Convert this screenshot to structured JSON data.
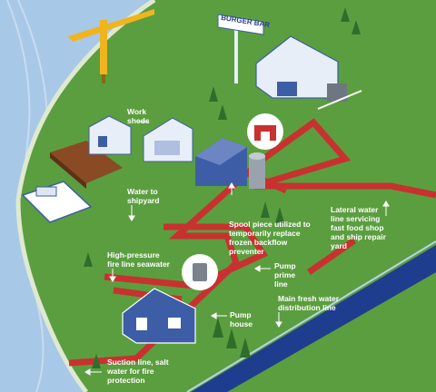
{
  "sign": {
    "text": "BURGER BAR"
  },
  "labels": {
    "work_sheds": "Work\nsheds",
    "water_to_shipyard": "Water to\nshipyard",
    "spool_piece": "Spool piece utilized to\ntemporarily replace\nfrozen backflow\npreventer",
    "lateral_line": "Lateral water\nline servicing\nfast food shop\nand ship repair\nyard",
    "high_pressure": "High-pressure\nfire line seawater",
    "pump_prime": "Pump\nprime\nline",
    "main_fresh": "Main fresh water\ndistribution line",
    "pump_house": "Pump\nhouse",
    "suction_line": "Suction line, salt\nwater for fire\nprotection"
  },
  "colors": {
    "sea": "#a8c8e8",
    "land": "#5b9e3f",
    "pipe_red": "#c8312f",
    "pipe_blue": "#1f3d8e",
    "building_blue": "#3d5ea6",
    "crane_yellow": "#f0b41e"
  }
}
